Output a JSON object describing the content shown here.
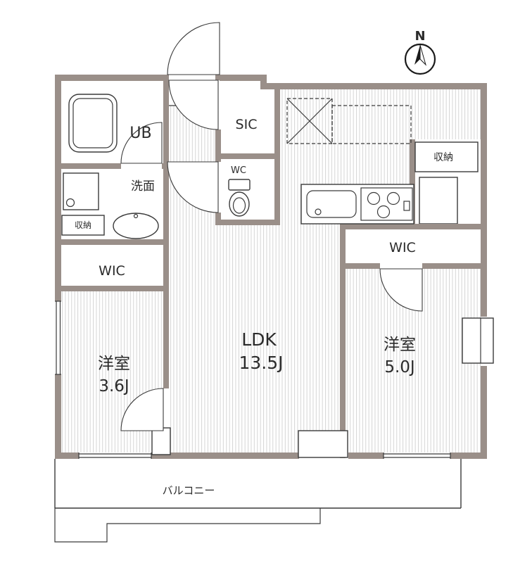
{
  "page": {
    "type": "apartment-floor-plan"
  },
  "compass": {
    "north_label": "N"
  },
  "rooms": {
    "unit_bath": {
      "label": "UB"
    },
    "washroom": {
      "label": "洗面"
    },
    "storage_washroom": {
      "label": "収納"
    },
    "wic_left": {
      "label": "WIC"
    },
    "bedroom_left": {
      "label": "洋室",
      "size": "3.6J"
    },
    "shoes_in_closet": {
      "label": "SIC"
    },
    "toilet": {
      "label": "WC"
    },
    "storage_right": {
      "label": "収納"
    },
    "wic_right": {
      "label": "WIC"
    },
    "ldk": {
      "label": "LDK",
      "size": "13.5J"
    },
    "bedroom_right": {
      "label": "洋室",
      "size": "5.0J"
    },
    "balcony": {
      "label": "バルコニー"
    }
  },
  "colors": {
    "wall": "#9a8f89",
    "line": "#3a3a3a",
    "hatch": "#d8d8d8",
    "text": "#2b2b2b",
    "bg": "#ffffff"
  }
}
